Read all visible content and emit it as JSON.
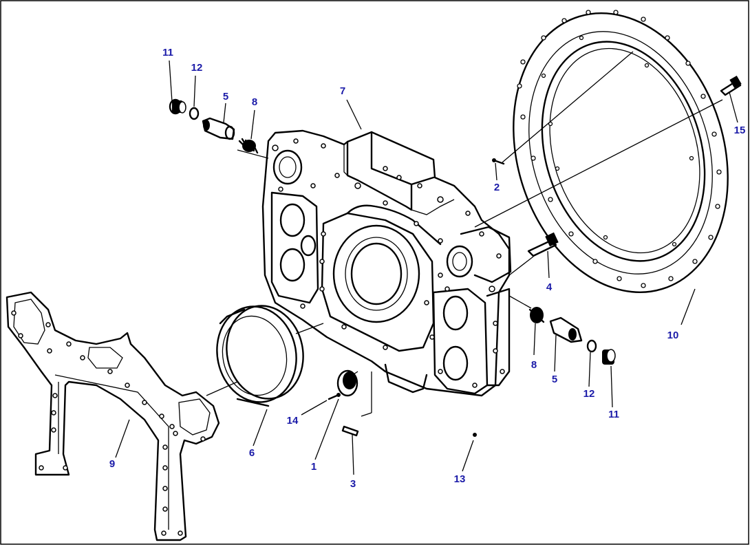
{
  "diagram": {
    "callout_color": "#1a1aa8",
    "line_color": "#000000",
    "background": "#ffffff",
    "callouts": [
      {
        "id": "c11a",
        "label": "11"
      },
      {
        "id": "c12a",
        "label": "12"
      },
      {
        "id": "c5a",
        "label": "5"
      },
      {
        "id": "c8a",
        "label": "8"
      },
      {
        "id": "c7",
        "label": "7"
      },
      {
        "id": "c2",
        "label": "2"
      },
      {
        "id": "c15",
        "label": "15"
      },
      {
        "id": "c4",
        "label": "4"
      },
      {
        "id": "c10",
        "label": "10"
      },
      {
        "id": "c8b",
        "label": "8"
      },
      {
        "id": "c5b",
        "label": "5"
      },
      {
        "id": "c12b",
        "label": "12"
      },
      {
        "id": "c11b",
        "label": "11"
      },
      {
        "id": "c9",
        "label": "9"
      },
      {
        "id": "c6",
        "label": "6"
      },
      {
        "id": "c14",
        "label": "14"
      },
      {
        "id": "c1",
        "label": "1"
      },
      {
        "id": "c3",
        "label": "3"
      },
      {
        "id": "c13",
        "label": "13"
      }
    ]
  }
}
